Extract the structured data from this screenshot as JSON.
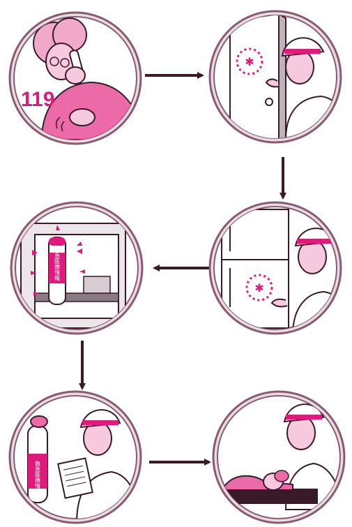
{
  "colors": {
    "magenta": "#e0197d",
    "pink": "#ec6aa8",
    "light_pink": "#f7c9df",
    "frame": "#8a5a72",
    "frame_inner": "#e8dce3",
    "ink": "#3a1a28",
    "arrow": "#3a1a28",
    "metal": "#bfb3ba"
  },
  "steps": [
    {
      "id": "call",
      "label_text": "119",
      "icon": "elderly-woman-phone-icon"
    },
    {
      "id": "door-sticker",
      "icon": "door-star-of-life-sticker-icon"
    },
    {
      "id": "fridge-sticker",
      "icon": "refrigerator-star-of-life-sticker-icon"
    },
    {
      "id": "fridge-inside",
      "icon": "capsule-in-refrigerator-icon",
      "capsule_text": "救急医療情報"
    },
    {
      "id": "read-info",
      "icon": "paramedic-reading-sheet-icon",
      "capsule_text": "救急医療情報"
    },
    {
      "id": "transport",
      "icon": "paramedic-with-patient-icon"
    }
  ],
  "arrows": [
    {
      "from": "call",
      "to": "door-sticker",
      "direction": "right"
    },
    {
      "from": "door-sticker",
      "to": "fridge-sticker",
      "direction": "down"
    },
    {
      "from": "fridge-sticker",
      "to": "fridge-inside",
      "direction": "left"
    },
    {
      "from": "fridge-inside",
      "to": "read-info",
      "direction": "down"
    },
    {
      "from": "read-info",
      "to": "transport",
      "direction": "right"
    }
  ]
}
